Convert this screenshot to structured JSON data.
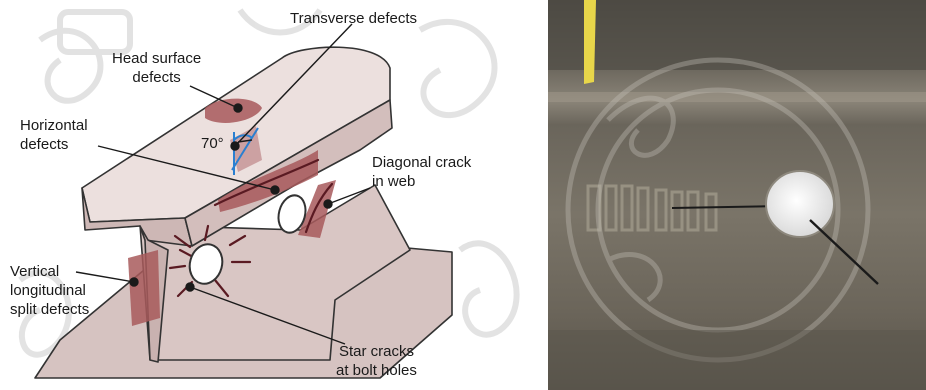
{
  "diagram": {
    "labels": {
      "transverse": "Transverse defects",
      "head_surface": "Head surface\ndefects",
      "horizontal": "Horizontal\ndefects",
      "angle": "70°",
      "diagonal": "Diagonal crack\nin web",
      "vertical": "Vertical\nlongitudinal\nsplit defects",
      "star": "Star cracks\nat bolt holes"
    },
    "colors": {
      "rail_fill": "#d9c6c4",
      "rail_top": "#ece0de",
      "defect": "#a85a5c",
      "crack": "#5a1a22",
      "angle_line": "#2a7fd0",
      "watermark": "#cfcfcf"
    }
  },
  "photo": {
    "colors": {
      "rail_dark": "#5e5a52",
      "rail_mid": "#7c776d",
      "yellow_mark": "#e8d64a",
      "hole": "#eeeeee"
    }
  }
}
